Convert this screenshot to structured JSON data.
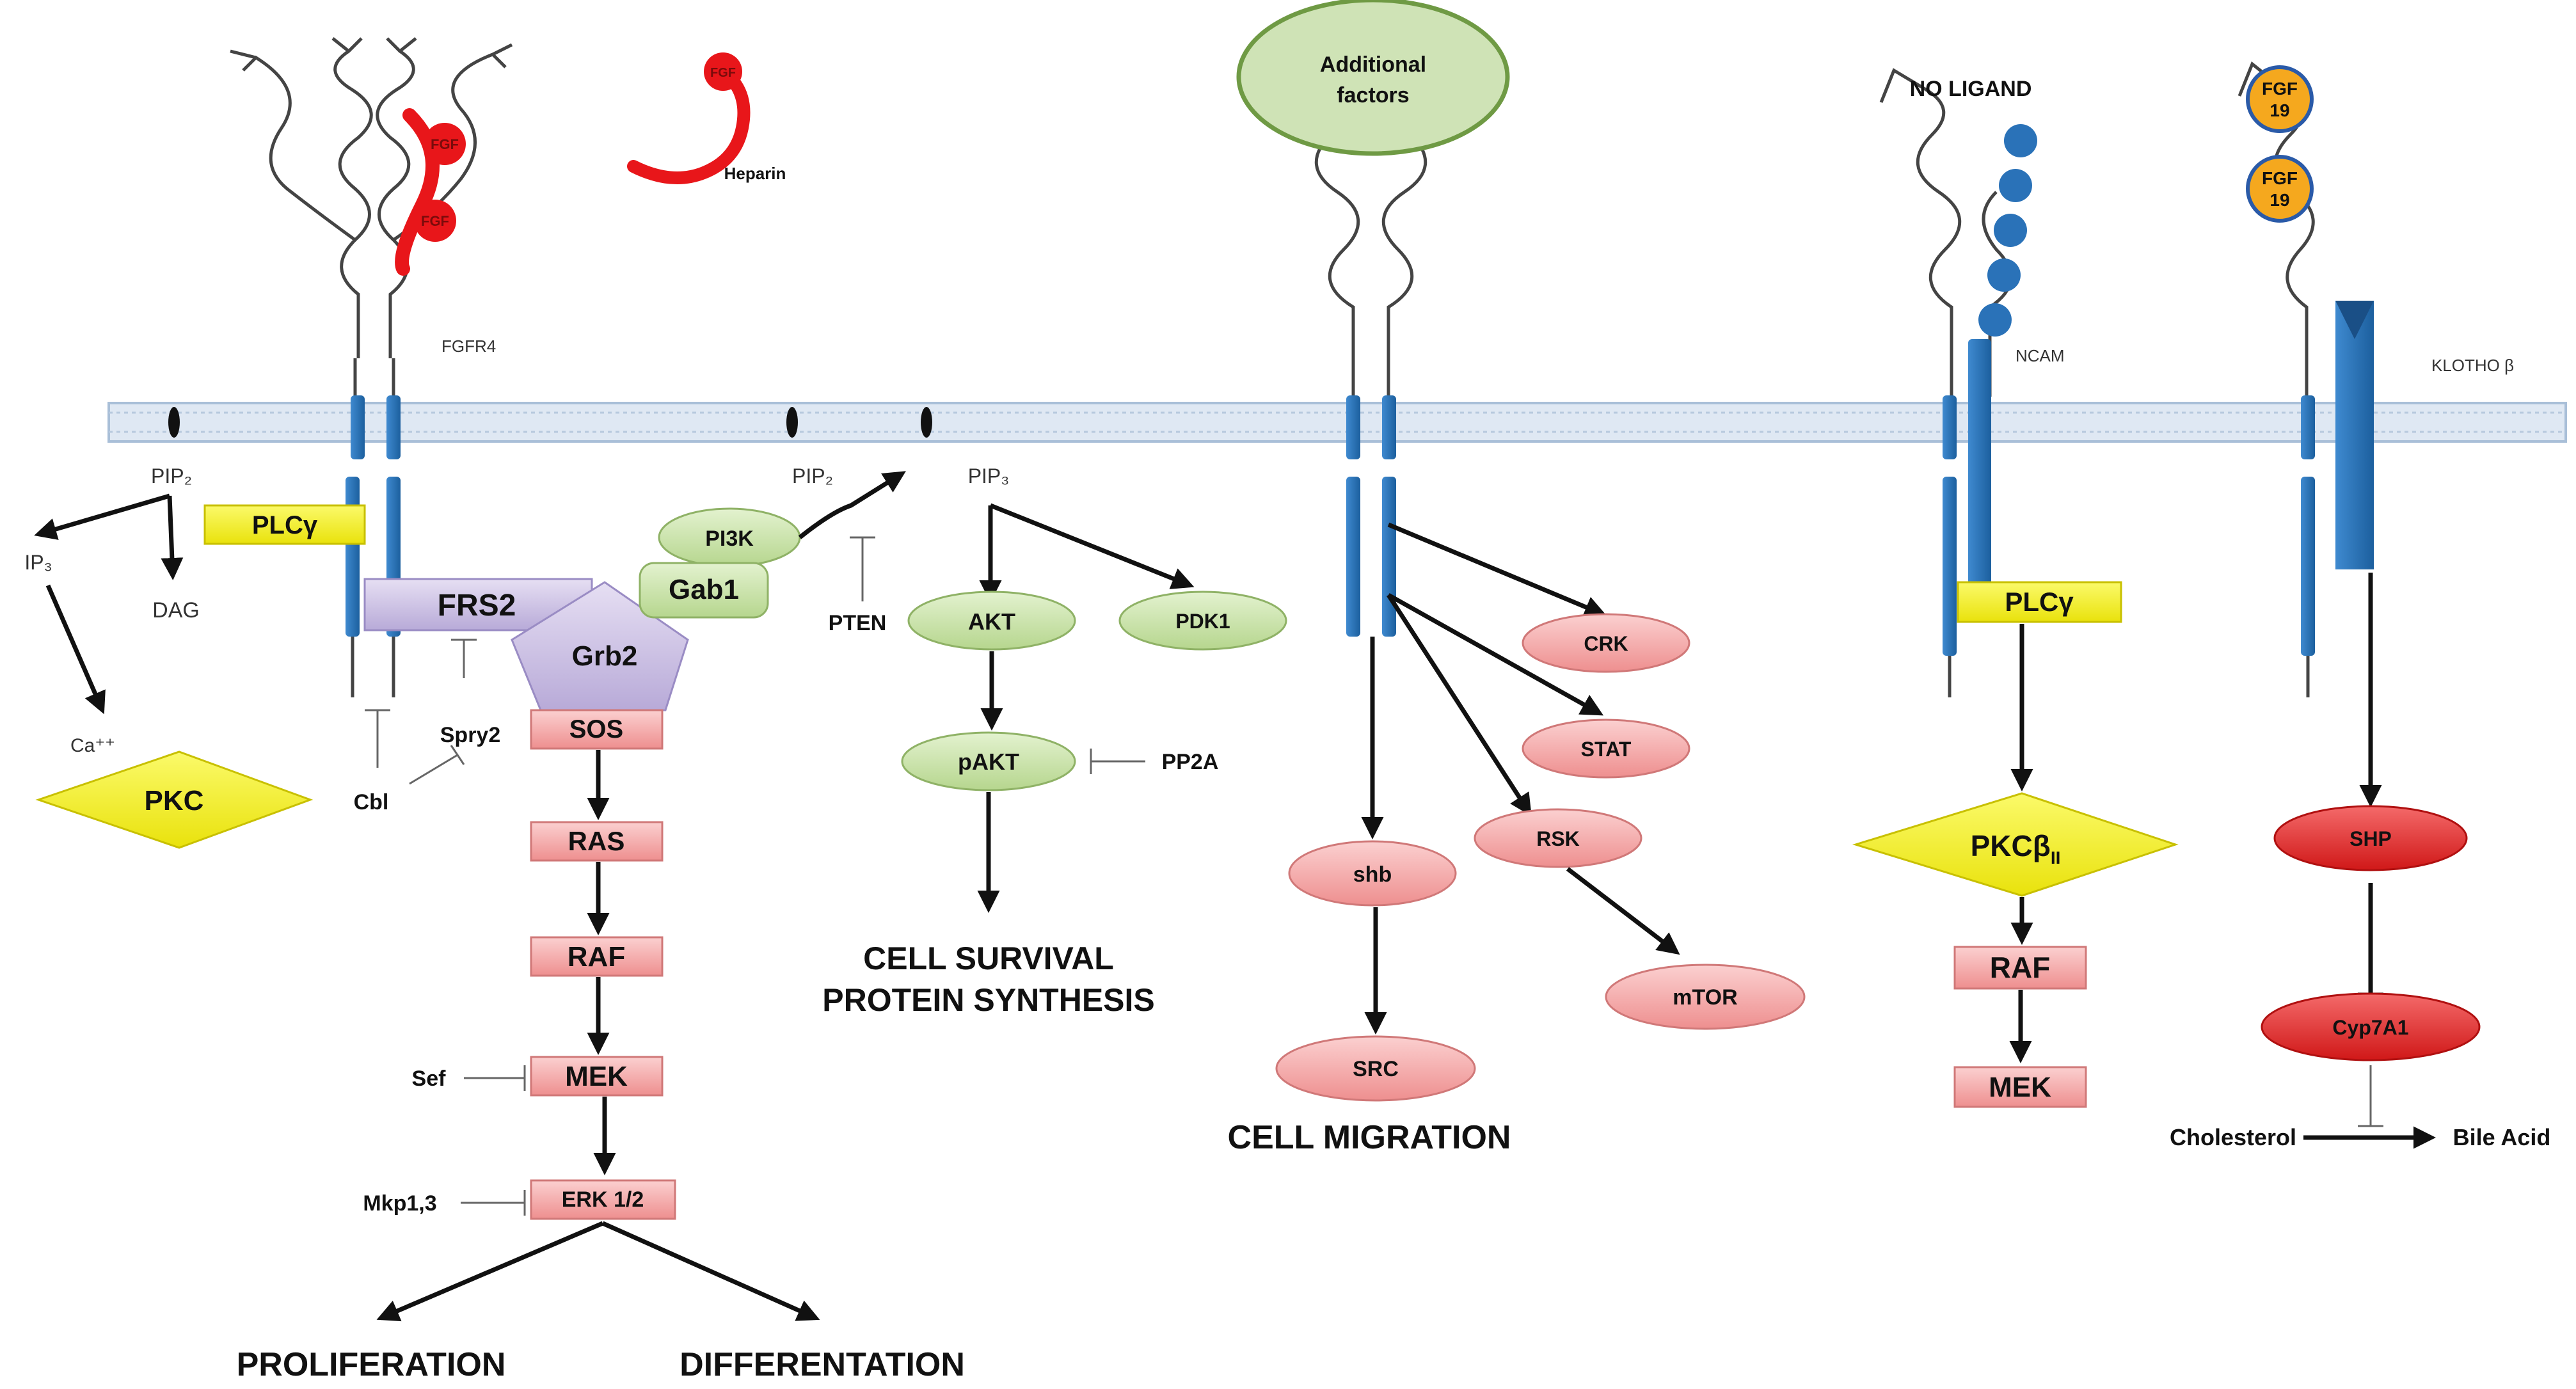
{
  "labels": {
    "fgf": "FGF",
    "heparin": "Heparin",
    "fgfr4": "FGFR4",
    "additional_factors_line1": "Additional",
    "additional_factors_line2": "factors",
    "no_ligand": "NO LIGAND",
    "ncam": "NCAM",
    "fgf19_line1": "FGF",
    "fgf19_line2": "19",
    "klotho": "KLOTHO β",
    "pip2_left": "PIP₂",
    "ip3": "IP₃",
    "dag": "DAG",
    "ca": "Ca⁺⁺",
    "pip2_mid": "PIP₂",
    "pip3": "PIP₃",
    "pten": "PTEN",
    "pp2a": "PP2A",
    "spry2": "Spry2",
    "cbl": "Cbl",
    "sef": "Sef",
    "mkp": "Mkp1,3",
    "cholesterol": "Cholesterol",
    "bile_acid": "Bile Acid"
  },
  "nodes": {
    "plcg_left": "PLCγ",
    "pkc": "PKC",
    "frs2": "FRS2",
    "grb2": "Grb2",
    "sos": "SOS",
    "ras": "RAS",
    "raf_left": "RAF",
    "mek_left": "MEK",
    "erk": "ERK 1/2",
    "pi3k": "PI3K",
    "gab1": "Gab1",
    "akt": "AKT",
    "pdk1": "PDK1",
    "pakt": "pAKT",
    "crk": "CRK",
    "stat": "STAT",
    "rsk": "RSK",
    "shb": "shb",
    "mtor": "mTOR",
    "src": "SRC",
    "plcg_right": "PLCγ",
    "pkcb_main": "PKCβ",
    "pkcb_sub": "II",
    "raf_right": "RAF",
    "mek_right": "MEK",
    "shp": "SHP",
    "cyp7a1": "Cyp7A1"
  },
  "outcomes": {
    "proliferation": "PROLIFERATION",
    "differentiation": "DIFFERENTATION",
    "survival_line1": "CELL SURVIVAL",
    "survival_line2": "PROTEIN SYNTHESIS",
    "migration": "CELL MIGRATION"
  },
  "colors": {
    "membrane": "#dfe8f3",
    "membrane_line": "#a9bfd8",
    "receptor_blue": "#2a72b8",
    "ligand_red": "#e8161a",
    "yellow": "#f5f22a",
    "lavender": "#cfc4e6",
    "pink": "#f4a8a8",
    "pale_green": "#c8e3a8",
    "red_node": "#e02a2a",
    "fgf19_orange": "#f5a81e"
  }
}
